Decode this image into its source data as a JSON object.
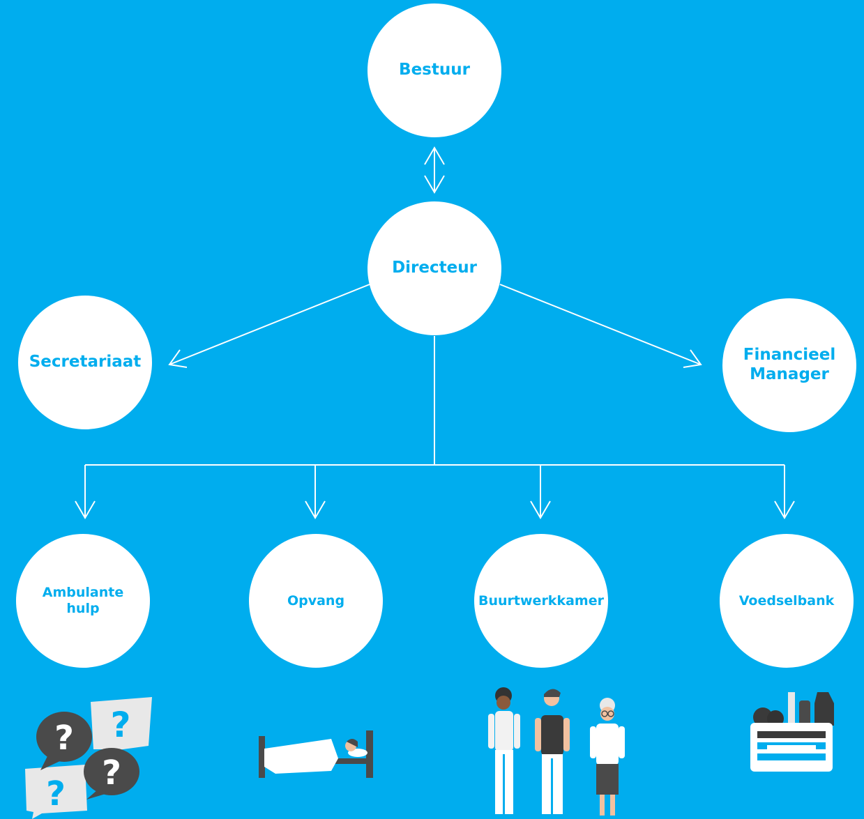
{
  "colors": {
    "background": "#00adee",
    "node_fill": "#ffffff",
    "node_text": "#00adee",
    "line": "#ffffff"
  },
  "nodes": {
    "bestuur": "Bestuur",
    "directeur": "Directeur",
    "secretariaat": "Secretariaat",
    "financieel": "Financieel\nManager",
    "ambulante": "Ambulante\nhulp",
    "opvang": "Opvang",
    "buurtwerkkamer": "Buurtwerkkamer",
    "voedselbank": "Voedselbank"
  },
  "illustrations": {
    "ambulante": "question-speech-bubbles-icon",
    "opvang": "person-in-bed-icon",
    "buurtwerkkamer": "three-people-icon",
    "voedselbank": "grocery-basket-icon"
  }
}
